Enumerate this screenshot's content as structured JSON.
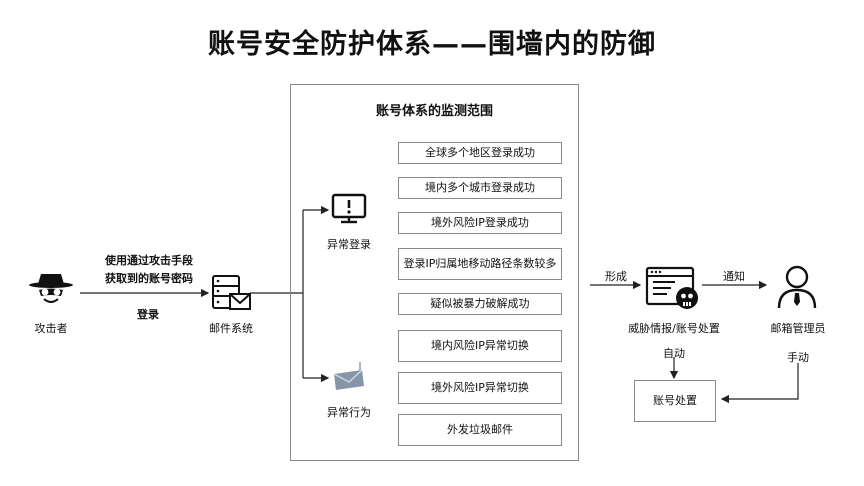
{
  "title": "账号安全防护体系——围墙内的防御",
  "attacker": {
    "label": "攻击者",
    "icon": "hacker-icon"
  },
  "attack_note": {
    "line1": "使用通过攻击手段",
    "line2": "获取到的账号密码",
    "action": "登录"
  },
  "mail_system": {
    "label": "邮件系统",
    "icon": "mail-server-icon"
  },
  "abnormal_login": {
    "label": "异常登录",
    "icon": "warning-monitor-icon"
  },
  "abnormal_behavior": {
    "label": "异常行为",
    "icon": "fishing-hook-mail-icon"
  },
  "monitor_panel": {
    "title": "账号体系的监测范围",
    "items": [
      "全球多个地区登录成功",
      "境内多个城市登录成功",
      "境外风险IP登录成功",
      "登录IP归属地移动路径条数较多",
      "疑似被暴力破解成功",
      "境内风险IP异常切换",
      "境外风险IP异常切换",
      "外发垃圾邮件"
    ]
  },
  "form_label": "形成",
  "threat": {
    "label": "威胁情报/账号处置",
    "icon": "threat-alert-icon"
  },
  "notify_label": "通知",
  "admin": {
    "label": "邮箱管理员",
    "icon": "admin-icon"
  },
  "auto_label": "自动",
  "manual_label": "手动",
  "account_action": "账号处置"
}
